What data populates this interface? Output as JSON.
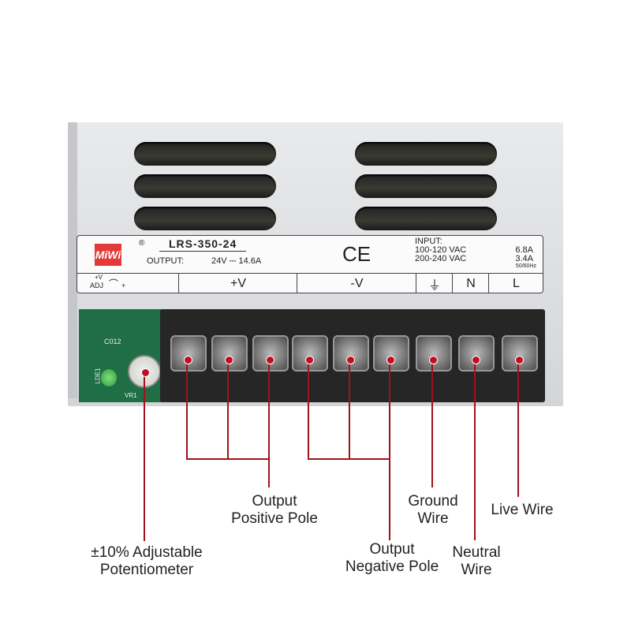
{
  "product_label": {
    "brand": "MiWi",
    "registered_mark": "®",
    "model": "LRS-350-24",
    "output_label": "OUTPUT:",
    "output_value": "24V ⎓ 14.6A",
    "ce_mark": "CE",
    "input_label": "INPUT:",
    "input_line1": "100-120 VAC",
    "input_line2": "200-240 VAC",
    "current1": "6.8A",
    "current2": "3.4A",
    "frequency": "50/60Hz",
    "adj_top": "+V",
    "adj_bottom": "ADJ",
    "adj_plus": "+",
    "terminals": [
      "+V",
      "-V",
      "⏚",
      "N",
      "L"
    ]
  },
  "pcb": {
    "capacitor": "C012",
    "led": "LDE1",
    "pot": "VR1"
  },
  "annotations": {
    "positive_pole": [
      "Output",
      "Positive Pole"
    ],
    "potentiometer": [
      "±10% Adjustable",
      "Potentiometer"
    ],
    "negative_pole": [
      "Output",
      "Negative Pole"
    ],
    "ground": [
      "Ground",
      "Wire"
    ],
    "neutral": [
      "Neutral",
      "Wire"
    ],
    "live": "Live Wire"
  },
  "colors": {
    "annotation_line": "#a0121e",
    "pcb": "#1f6e45"
  }
}
